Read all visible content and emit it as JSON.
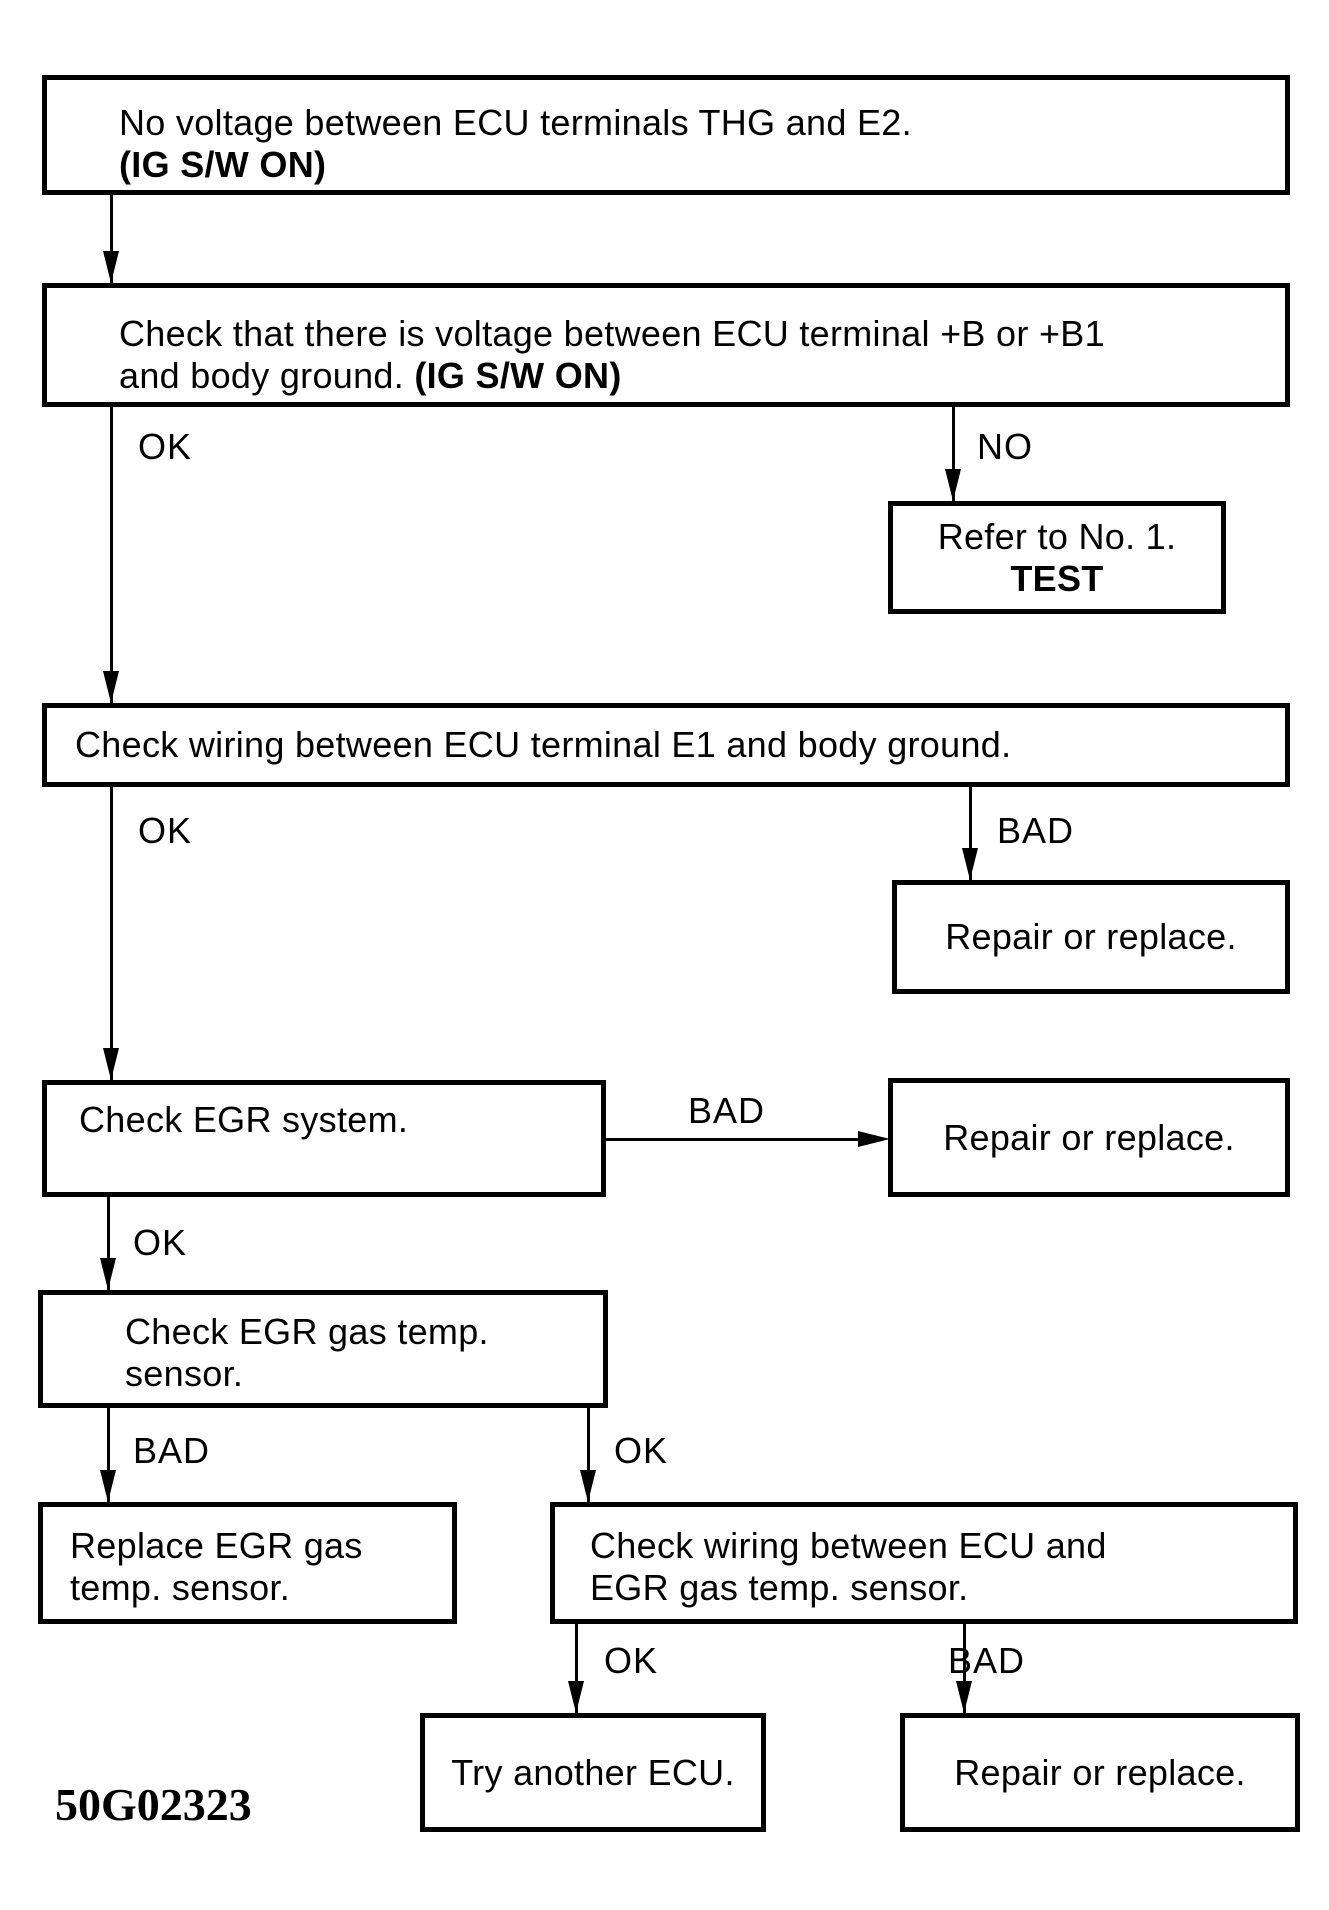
{
  "figure_code": "50G02323",
  "nodes": {
    "start": {
      "line1": "No voltage between ECU terminals THG and E2.",
      "line2_bold": "(IG S/W ON)"
    },
    "check_voltage": {
      "line1": "Check that there is voltage between ECU terminal +B or +B1",
      "line2": "and body ground. ",
      "line2_bold": "(IG S/W ON)"
    },
    "refer_test": {
      "line1": "Refer to No. 1.",
      "line2_bold": "TEST"
    },
    "check_wiring_e1": {
      "line1": "Check wiring between ECU terminal E1 and body ground."
    },
    "repair_replace_1": {
      "line1": "Repair or replace."
    },
    "check_egr_system": {
      "line1": "Check EGR system."
    },
    "repair_replace_2": {
      "line1": "Repair or replace."
    },
    "check_egr_gas_temp_sensor": {
      "line1": "Check EGR gas temp.",
      "line2": "sensor."
    },
    "replace_egr_gas_temp_sensor": {
      "line1": "Replace EGR gas",
      "line2": "temp. sensor."
    },
    "check_wiring_ecu_egr": {
      "line1": "Check wiring between ECU and",
      "line2": "EGR gas temp. sensor."
    },
    "try_another_ecu": {
      "line1": "Try another ECU."
    },
    "repair_replace_3": {
      "line1": "Repair or replace."
    }
  },
  "labels": {
    "ok1": "OK",
    "no1": "NO",
    "ok2": "OK",
    "bad1": "BAD",
    "bad2": "BAD",
    "ok3": "OK",
    "bad3": "BAD",
    "ok4": "OK",
    "ok5": "OK",
    "bad4": "BAD"
  }
}
